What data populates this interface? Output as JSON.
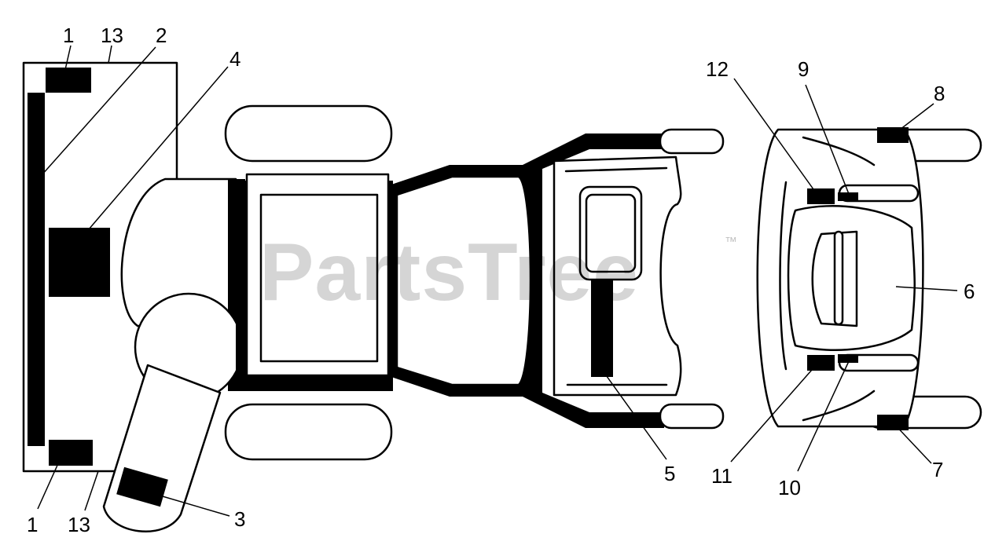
{
  "watermark": {
    "text": "PartsTree",
    "trademark": "™"
  },
  "callouts": [
    {
      "id": "c1a",
      "text": "1"
    },
    {
      "id": "c13a",
      "text": "13"
    },
    {
      "id": "c2",
      "text": "2"
    },
    {
      "id": "c4",
      "text": "4"
    },
    {
      "id": "c1b",
      "text": "1"
    },
    {
      "id": "c13b",
      "text": "13"
    },
    {
      "id": "c3",
      "text": "3"
    },
    {
      "id": "c5",
      "text": "5"
    },
    {
      "id": "c12",
      "text": "12"
    },
    {
      "id": "c9",
      "text": "9"
    },
    {
      "id": "c8",
      "text": "8"
    },
    {
      "id": "c6",
      "text": "6"
    },
    {
      "id": "c7",
      "text": "7"
    },
    {
      "id": "c10",
      "text": "10"
    },
    {
      "id": "c11",
      "text": "11"
    }
  ],
  "colors": {
    "line": "#000000",
    "background": "#ffffff"
  }
}
